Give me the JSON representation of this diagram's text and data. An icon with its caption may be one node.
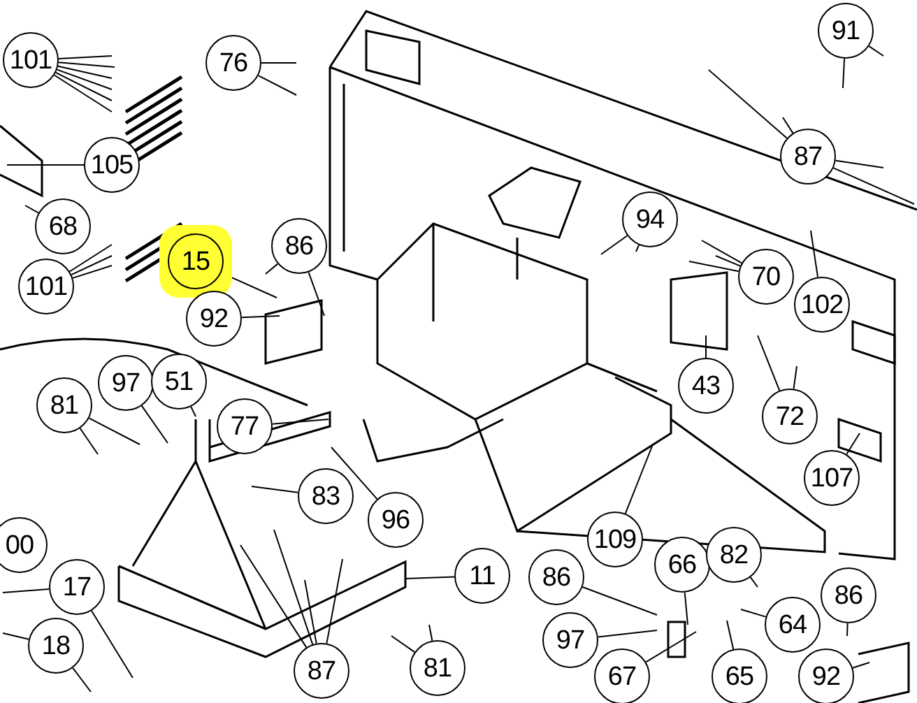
{
  "diagram": {
    "nodes": [
      {
        "text": [
          "101"
        ]
      },
      {
        "text": [
          "76"
        ]
      },
      {
        "text": [
          "91"
        ]
      },
      {
        "text": [
          "105"
        ]
      },
      {
        "text": [
          "68"
        ]
      },
      {
        "text": [
          "87"
        ]
      },
      {
        "text": [
          "94"
        ]
      },
      {
        "text": [
          "15"
        ]
      },
      {
        "text": [
          "86"
        ]
      },
      {
        "text": [
          "70"
        ]
      },
      {
        "text": [
          "102"
        ]
      },
      {
        "text": [
          "101"
        ]
      },
      {
        "text": [
          "92"
        ]
      },
      {
        "text": [
          "43"
        ]
      },
      {
        "text": [
          "72"
        ]
      },
      {
        "text": [
          "81"
        ]
      },
      {
        "text": [
          "97"
        ]
      },
      {
        "text": [
          "51"
        ]
      },
      {
        "text": [
          "77"
        ]
      },
      {
        "text": [
          "83"
        ]
      },
      {
        "text": [
          "96"
        ]
      },
      {
        "text": [
          "109"
        ]
      },
      {
        "text": [
          "107"
        ]
      },
      {
        "text": [
          "00"
        ]
      },
      {
        "text": [
          "11"
        ]
      },
      {
        "text": [
          "86"
        ]
      },
      {
        "text": [
          "66"
        ]
      },
      {
        "text": [
          "82"
        ]
      },
      {
        "text": [
          "17"
        ]
      },
      {
        "text": [
          "18"
        ]
      },
      {
        "text": [
          "97"
        ]
      },
      {
        "text": [
          "64"
        ]
      },
      {
        "text": [
          "86"
        ]
      },
      {
        "text": [
          "81"
        ]
      },
      {
        "text": [
          "87"
        ]
      },
      {
        "text": [
          "67"
        ]
      },
      {
        "text": [
          "65"
        ]
      },
      {
        "text": [
          "92"
        ]
      }
    ],
    "edges": [
      {
        "from": 0,
        "to": null,
        "arrow": "none"
      },
      {
        "from": 0,
        "to": null,
        "arrow": "none"
      },
      {
        "from": 0,
        "to": null,
        "arrow": "none"
      },
      {
        "from": 0,
        "to": null,
        "arrow": "none"
      },
      {
        "from": 0,
        "to": null,
        "arrow": "none"
      },
      {
        "from": 0,
        "to": null,
        "arrow": "none"
      },
      {
        "from": 1,
        "to": null,
        "arrow": "none"
      },
      {
        "from": 1,
        "to": null,
        "arrow": "none"
      },
      {
        "from": 2,
        "to": null,
        "arrow": "none"
      },
      {
        "from": 2,
        "to": null,
        "arrow": "none"
      },
      {
        "from": 3,
        "to": null,
        "arrow": "none"
      },
      {
        "from": 4,
        "to": null,
        "arrow": "none"
      },
      {
        "from": 5,
        "to": null,
        "arrow": "none"
      },
      {
        "from": 5,
        "to": null,
        "arrow": "none"
      },
      {
        "from": 5,
        "to": null,
        "arrow": "none"
      },
      {
        "from": 5,
        "to": null,
        "arrow": "none"
      },
      {
        "from": 6,
        "to": null,
        "arrow": "none"
      },
      {
        "from": 6,
        "to": null,
        "arrow": "none"
      },
      {
        "from": 7,
        "to": null,
        "arrow": "none"
      },
      {
        "from": 8,
        "to": null,
        "arrow": "none"
      },
      {
        "from": 8,
        "to": null,
        "arrow": "none"
      },
      {
        "from": 9,
        "to": null,
        "arrow": "none"
      },
      {
        "from": 9,
        "to": null,
        "arrow": "none"
      },
      {
        "from": 9,
        "to": null,
        "arrow": "none"
      },
      {
        "from": 10,
        "to": null,
        "arrow": "none"
      },
      {
        "from": 11,
        "to": null,
        "arrow": "none"
      },
      {
        "from": 11,
        "to": null,
        "arrow": "none"
      },
      {
        "from": 11,
        "to": null,
        "arrow": "none"
      },
      {
        "from": 12,
        "to": null,
        "arrow": "none"
      },
      {
        "from": 13,
        "to": null,
        "arrow": "none"
      },
      {
        "from": 14,
        "to": null,
        "arrow": "none"
      },
      {
        "from": 14,
        "to": null,
        "arrow": "none"
      },
      {
        "from": 15,
        "to": null,
        "arrow": "none"
      },
      {
        "from": 15,
        "to": null,
        "arrow": "none"
      },
      {
        "from": 16,
        "to": null,
        "arrow": "none"
      },
      {
        "from": 17,
        "to": null,
        "arrow": "none"
      },
      {
        "from": 18,
        "to": null,
        "arrow": "none"
      },
      {
        "from": 19,
        "to": null,
        "arrow": "none"
      },
      {
        "from": 20,
        "to": null,
        "arrow": "none"
      },
      {
        "from": 21,
        "to": null,
        "arrow": "none"
      },
      {
        "from": 22,
        "to": null,
        "arrow": "none"
      },
      {
        "from": 24,
        "to": null,
        "arrow": "none"
      },
      {
        "from": 25,
        "to": null,
        "arrow": "none"
      },
      {
        "from": 26,
        "to": null,
        "arrow": "none"
      },
      {
        "from": 27,
        "to": null,
        "arrow": "none"
      },
      {
        "from": 28,
        "to": null,
        "arrow": "none"
      },
      {
        "from": 28,
        "to": null,
        "arrow": "none"
      },
      {
        "from": 29,
        "to": null,
        "arrow": "none"
      },
      {
        "from": 29,
        "to": null,
        "arrow": "none"
      },
      {
        "from": 30,
        "to": null,
        "arrow": "none"
      },
      {
        "from": 31,
        "to": null,
        "arrow": "none"
      },
      {
        "from": 32,
        "to": null,
        "arrow": "none"
      },
      {
        "from": 33,
        "to": null,
        "arrow": "none"
      },
      {
        "from": 33,
        "to": null,
        "arrow": "none"
      },
      {
        "from": 34,
        "to": null,
        "arrow": "none"
      },
      {
        "from": 34,
        "to": null,
        "arrow": "none"
      },
      {
        "from": 34,
        "to": null,
        "arrow": "none"
      },
      {
        "from": 34,
        "to": null,
        "arrow": "none"
      },
      {
        "from": 35,
        "to": null,
        "arrow": "none"
      },
      {
        "from": 36,
        "to": null,
        "arrow": "none"
      },
      {
        "from": 37,
        "to": null,
        "arrow": "none"
      }
    ]
  }
}
